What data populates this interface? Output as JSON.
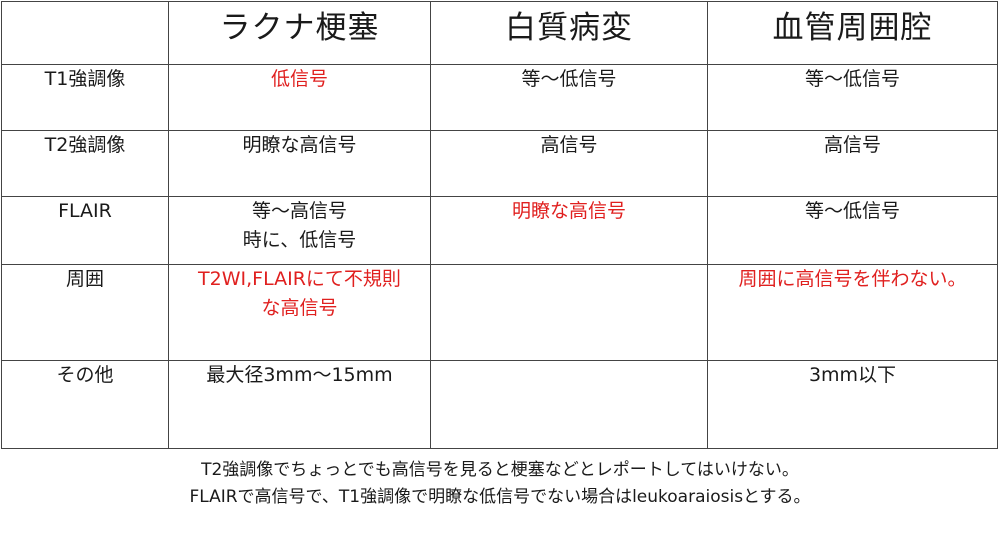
{
  "table": {
    "headers": [
      "",
      "ラクナ梗塞",
      "白質病変",
      "血管周囲腔"
    ],
    "rows": [
      {
        "label": "T1強調像",
        "cells": [
          "低信号",
          "等～低信号",
          "等～低信号"
        ]
      },
      {
        "label": "T2強調像",
        "cells": [
          "明瞭な高信号",
          "高信号",
          "高信号"
        ]
      },
      {
        "label": "FLAIR",
        "cells": [
          "等～高信号\n時に、低信号",
          "明瞭な高信号",
          "等～低信号"
        ]
      },
      {
        "label": "周囲",
        "cells": [
          "T2WI,FLAIRにて不規則\nな高信号",
          "",
          "周囲に高信号を伴わない。"
        ]
      },
      {
        "label": "その他",
        "cells": [
          "最大径3mm～15mm",
          "",
          "3mm以下"
        ]
      }
    ]
  },
  "colors": {
    "red": "#e0201f",
    "text": "#1a1a1a",
    "border": "#444444"
  },
  "notes": {
    "line1": "T2強調像でちょっとでも高信号を見ると梗塞などとレポートしてはいけない。",
    "line2": "FLAIRで高信号で、T1強調像で明瞭な低信号でない場合はleukoaraiosisとする。"
  }
}
